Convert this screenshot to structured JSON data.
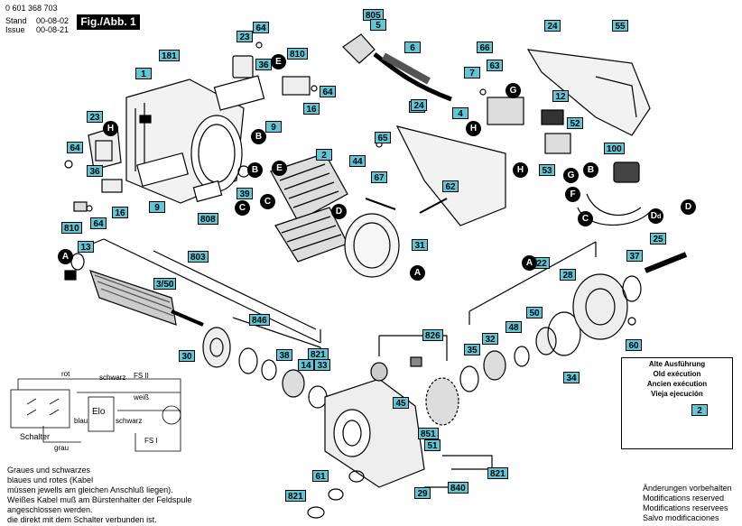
{
  "header": {
    "doc_number": "0 601 368 703",
    "stand_label": "Stand",
    "issue_label": "Issue",
    "stand_date": "00-08-02",
    "issue_date": "00-08-21",
    "figure": "Fig./Abb. 1"
  },
  "part_numbers": [
    {
      "id": "p805",
      "text": "805"
    },
    {
      "id": "p5",
      "text": "5"
    },
    {
      "id": "p6",
      "text": "6"
    },
    {
      "id": "p64a",
      "text": "64"
    },
    {
      "id": "p23a",
      "text": "23"
    },
    {
      "id": "p181",
      "text": "181"
    },
    {
      "id": "p36a",
      "text": "36"
    },
    {
      "id": "p810a",
      "text": "810"
    },
    {
      "id": "p64b",
      "text": "64"
    },
    {
      "id": "p16a",
      "text": "16"
    },
    {
      "id": "p1",
      "text": "1"
    },
    {
      "id": "p9a",
      "text": "9"
    },
    {
      "id": "p66",
      "text": "66"
    },
    {
      "id": "p7",
      "text": "7"
    },
    {
      "id": "p63",
      "text": "63"
    },
    {
      "id": "p24a",
      "text": "24"
    },
    {
      "id": "p55",
      "text": "55"
    },
    {
      "id": "p12",
      "text": "12"
    },
    {
      "id": "p22",
      "text": "22"
    },
    {
      "id": "p4",
      "text": "4"
    },
    {
      "id": "p24b",
      "text": "24"
    },
    {
      "id": "p52",
      "text": "52"
    },
    {
      "id": "p100",
      "text": "100"
    },
    {
      "id": "p53",
      "text": "53"
    },
    {
      "id": "p65",
      "text": "65"
    },
    {
      "id": "p23b",
      "text": "23"
    },
    {
      "id": "p64c",
      "text": "64"
    },
    {
      "id": "p36b",
      "text": "36"
    },
    {
      "id": "p2",
      "text": "2"
    },
    {
      "id": "p44",
      "text": "44"
    },
    {
      "id": "p67",
      "text": "67"
    },
    {
      "id": "p62",
      "text": "62"
    },
    {
      "id": "p39",
      "text": "39"
    },
    {
      "id": "p9b",
      "text": "9"
    },
    {
      "id": "p808",
      "text": "808"
    },
    {
      "id": "p16b",
      "text": "16"
    },
    {
      "id": "p64d",
      "text": "64"
    },
    {
      "id": "p810b",
      "text": "810"
    },
    {
      "id": "p31",
      "text": "31"
    },
    {
      "id": "p13",
      "text": "13"
    },
    {
      "id": "p803",
      "text": "803"
    },
    {
      "id": "p3_50",
      "text": "3/50"
    },
    {
      "id": "p846",
      "text": "846"
    },
    {
      "id": "p30",
      "text": "30"
    },
    {
      "id": "p38",
      "text": "38"
    },
    {
      "id": "p821a",
      "text": "821"
    },
    {
      "id": "p14",
      "text": "14"
    },
    {
      "id": "p33",
      "text": "33"
    },
    {
      "id": "p826",
      "text": "826"
    },
    {
      "id": "p45",
      "text": "45"
    },
    {
      "id": "p851",
      "text": "851"
    },
    {
      "id": "p51",
      "text": "51"
    },
    {
      "id": "p61",
      "text": "61"
    },
    {
      "id": "p821b",
      "text": "821"
    },
    {
      "id": "p840",
      "text": "840"
    },
    {
      "id": "p821c",
      "text": "821"
    },
    {
      "id": "p29",
      "text": "29"
    },
    {
      "id": "p822",
      "text": "822"
    },
    {
      "id": "p28",
      "text": "28"
    },
    {
      "id": "p37",
      "text": "37"
    },
    {
      "id": "p25",
      "text": "25"
    },
    {
      "id": "p50",
      "text": "50"
    },
    {
      "id": "p48",
      "text": "48"
    },
    {
      "id": "p32",
      "text": "32"
    },
    {
      "id": "p35",
      "text": "35"
    },
    {
      "id": "p34",
      "text": "34"
    },
    {
      "id": "p60",
      "text": "60"
    },
    {
      "id": "p2b",
      "text": "2"
    }
  ],
  "callouts": [
    {
      "id": "cE1",
      "text": "E"
    },
    {
      "id": "cG1",
      "text": "G"
    },
    {
      "id": "cH1",
      "text": "H"
    },
    {
      "id": "cB1",
      "text": "B"
    },
    {
      "id": "cC1",
      "text": "C"
    },
    {
      "id": "cD1",
      "text": "D"
    },
    {
      "id": "cE2",
      "text": "E"
    },
    {
      "id": "cB2",
      "text": "B"
    },
    {
      "id": "cC2",
      "text": "C"
    },
    {
      "id": "cA1",
      "text": "A"
    },
    {
      "id": "cH2",
      "text": "H"
    },
    {
      "id": "cH3",
      "text": "H"
    },
    {
      "id": "cG2",
      "text": "G"
    },
    {
      "id": "cB3",
      "text": "B"
    },
    {
      "id": "cF1",
      "text": "F"
    },
    {
      "id": "cC3",
      "text": "C"
    },
    {
      "id": "cD2",
      "text": "D"
    },
    {
      "id": "cA2",
      "text": "A"
    },
    {
      "id": "cA3",
      "text": "A"
    }
  ],
  "dd_callout": {
    "main": "D",
    "sub": "d"
  },
  "legend": {
    "lines": [
      "Alte Ausführung",
      "Old exécution",
      "Ancien exécution",
      "Vieja ejecución"
    ],
    "part": "2"
  },
  "schematic": {
    "rot": "rot",
    "schwarz_top": "schwarz",
    "fs2": "FS II",
    "weiss": "weiß",
    "blau": "blau",
    "elo": "Elo",
    "schwarz_side": "schwarz",
    "schalter": "Schalter",
    "fs1": "FS I",
    "grau": "grau"
  },
  "wiring_note": [
    "Graues und schwarzes",
    "blaues und rotes (Kabel",
    "müssen jewells am gleichen Anschluß liegen).",
    "Weißes Kabel muß am Bürstenhalter der Feldspule",
    "angeschlossen werden.",
    "die direkt mit dem Schalter verbunden ist."
  ],
  "footer_note": [
    "Änderungen vorbehalten",
    "Modifications reserved",
    "Modifications reservees",
    "Salvo modificaciones"
  ],
  "colors": {
    "tag": "#5ec8d8",
    "callout": "#000000"
  }
}
